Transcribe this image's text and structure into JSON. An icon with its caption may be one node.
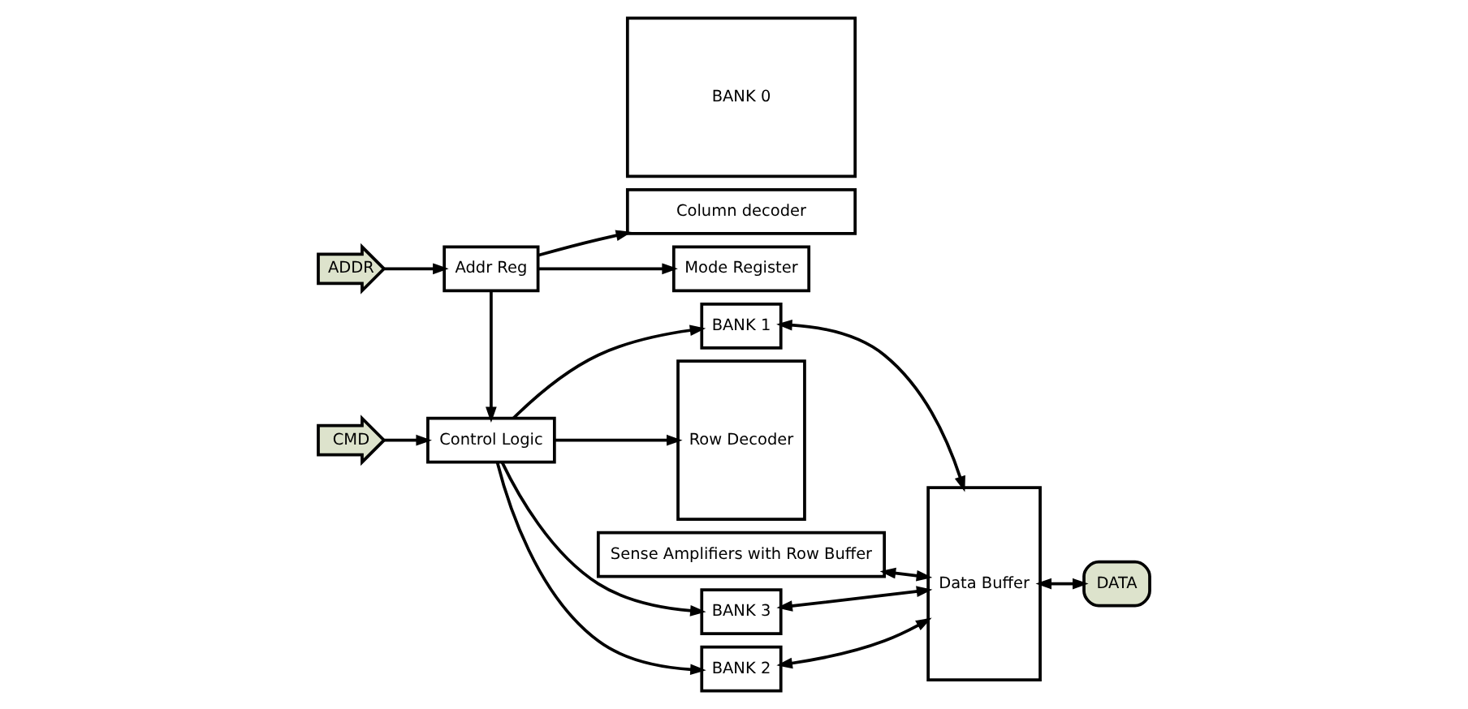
{
  "diagram": {
    "nodes": [
      {
        "text": [
          "CMD"
        ]
      },
      {
        "text": [
          "Control Logic"
        ]
      },
      {
        "text": [
          "Mode Register"
        ]
      },
      {
        "text": [
          "ADDR"
        ]
      },
      {
        "text": [
          "Addr Reg"
        ]
      },
      {
        "text": [
          "Row Decoder"
        ]
      },
      {
        "text": [
          "BANK 3"
        ]
      },
      {
        "text": [
          "BANK 2"
        ]
      },
      {
        "text": [
          "BANK 1"
        ]
      },
      {
        "text": [
          "BANK 0"
        ]
      },
      {
        "text": [
          "Sense Amplifiers with Row Buffer"
        ]
      },
      {
        "text": [
          "Column decoder"
        ]
      },
      {
        "text": [
          "Data Buffer"
        ]
      },
      {
        "text": [
          "DATA"
        ]
      }
    ],
    "edges": [
      {
        "from": 0,
        "to": 1,
        "arrow": "to"
      },
      {
        "from": 3,
        "to": 4,
        "arrow": "to"
      },
      {
        "from": 4,
        "to": 1,
        "arrow": "to"
      },
      {
        "from": 4,
        "to": 2,
        "arrow": "to"
      },
      {
        "from": 4,
        "to": 11,
        "arrow": "to"
      },
      {
        "from": 1,
        "to": 6,
        "arrow": "to"
      },
      {
        "from": 1,
        "to": 7,
        "arrow": "to"
      },
      {
        "from": 1,
        "to": 8,
        "arrow": "to"
      },
      {
        "from": 1,
        "to": 5,
        "arrow": "to"
      },
      {
        "from": 6,
        "to": 12,
        "arrow": "both"
      },
      {
        "from": 7,
        "to": 12,
        "arrow": "both"
      },
      {
        "from": 8,
        "to": 12,
        "arrow": "both"
      },
      {
        "from": 10,
        "to": 12,
        "arrow": "both"
      },
      {
        "from": 12,
        "to": 13,
        "arrow": "both"
      }
    ]
  }
}
